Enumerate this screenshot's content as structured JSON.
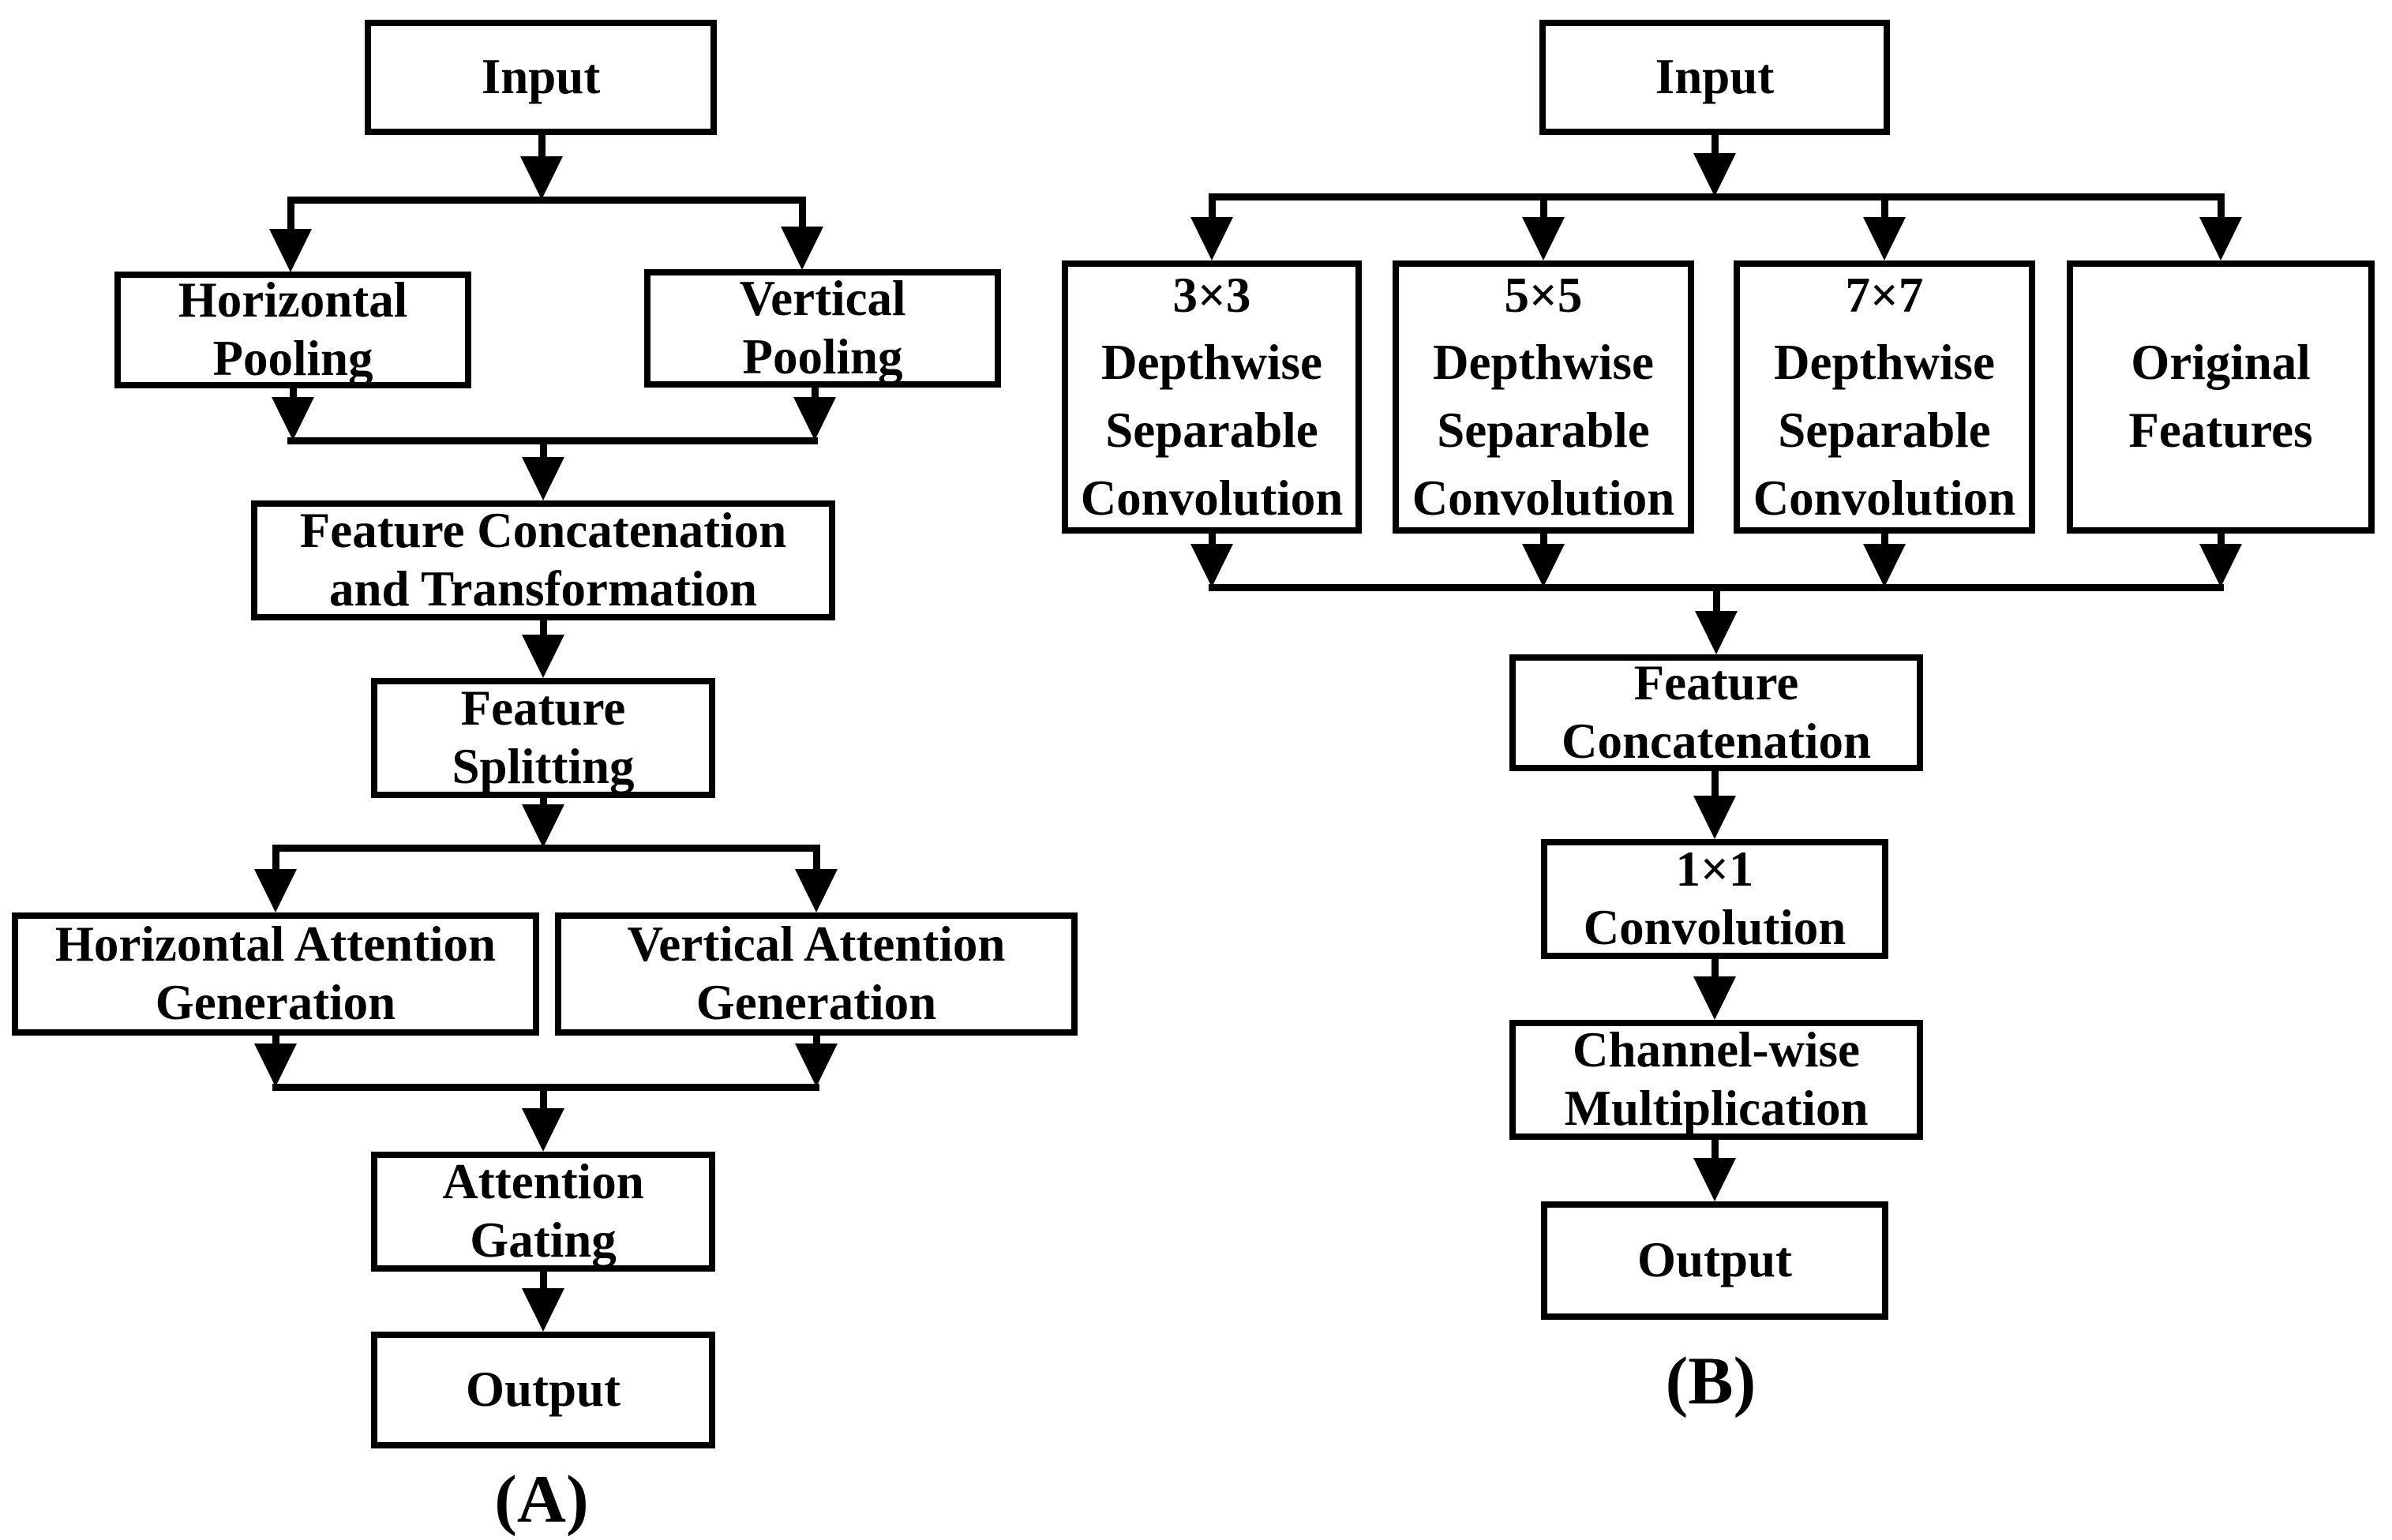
{
  "figure": {
    "type": "flowchart",
    "panel_a": {
      "caption": "(A)",
      "nodes": {
        "input": "Input",
        "horizontal_pooling": "Horizontal\nPooling",
        "vertical_pooling": "Vertical\nPooling",
        "feature_concat_transform": "Feature Concatenation\nand Transformation",
        "feature_splitting": "Feature\nSplitting",
        "horizontal_attention_generation": "Horizontal Attention\nGeneration",
        "vertical_attention_generation": "Vertical Attention\nGeneration",
        "attention_gating": "Attention\nGating",
        "output": "Output"
      }
    },
    "panel_b": {
      "caption": "(B)",
      "nodes": {
        "input": "Input",
        "dsc_3x3": "3×3\nDepthwise\nSeparable\nConvolution",
        "dsc_5x5": "5×5\nDepthwise\nSeparable\nConvolution",
        "dsc_7x7": "7×7\nDepthwise\nSeparable\nConvolution",
        "original_features": "Original\nFeatures",
        "feature_concatenation": "Feature\nConcatenation",
        "conv_1x1": "1×1\nConvolution",
        "channel_wise_multiplication": "Channel-wise\nMultiplication",
        "output": "Output"
      }
    },
    "colors": {
      "ink": "#000000",
      "background": "#ffffff"
    }
  }
}
